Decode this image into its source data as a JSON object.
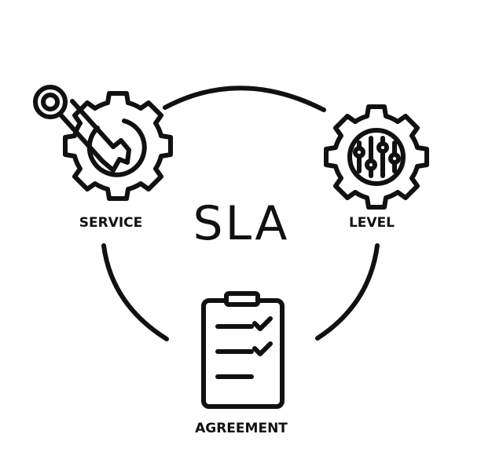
{
  "diagram": {
    "center_title": "SLA",
    "nodes": [
      {
        "id": "service",
        "label": "SERVICE",
        "icon": "gear-wrench-icon"
      },
      {
        "id": "level",
        "label": "LEVEL",
        "icon": "gear-sliders-icon"
      },
      {
        "id": "agreement",
        "label": "AGREEMENT",
        "icon": "clipboard-checklist-icon"
      }
    ],
    "colors": {
      "ink": "#111111",
      "background": "#ffffff"
    }
  }
}
